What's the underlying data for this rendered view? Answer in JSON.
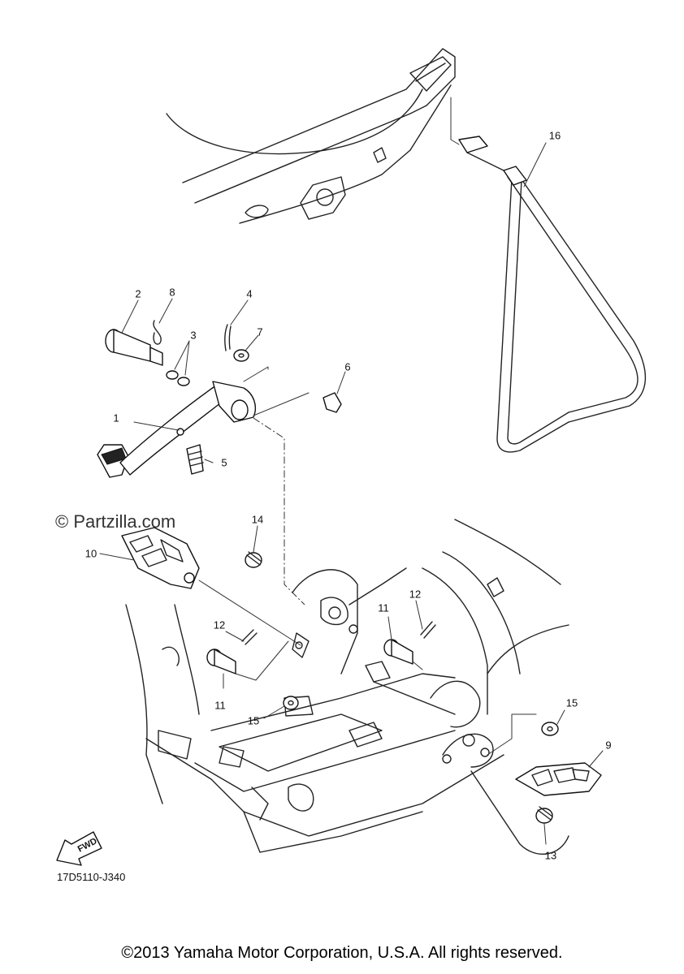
{
  "watermark": "© Partzilla.com",
  "diagram_code": "17D5110-J340",
  "copyright": "©2013 Yamaha Motor Corporation, U.S.A. All rights reserved.",
  "fwd_label": "FWD",
  "callouts": {
    "c1": "1",
    "c2": "2",
    "c3": "3",
    "c4": "4",
    "c5": "5",
    "c6": "6",
    "c7": "7",
    "c8": "8",
    "c9": "9",
    "c10": "10",
    "c11a": "11",
    "c11b": "11",
    "c12a": "12",
    "c12b": "12",
    "c13": "13",
    "c14": "14",
    "c15a": "15",
    "c15b": "15",
    "c16": "16"
  }
}
